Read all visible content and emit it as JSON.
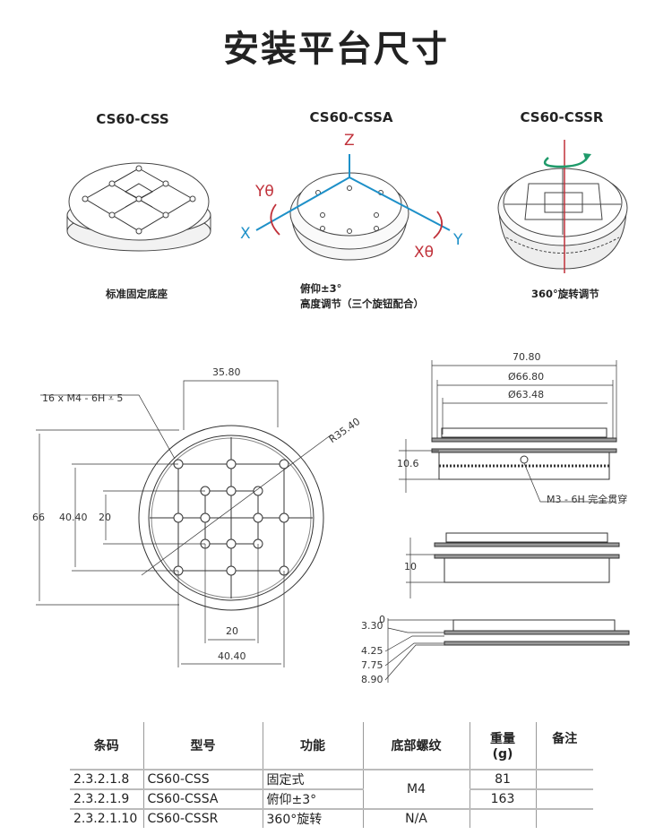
{
  "title": "安装平台尺寸",
  "products": [
    {
      "model": "CS60-CSS",
      "caption": [
        "标准固定底座"
      ]
    },
    {
      "model": "CS60-CSSA",
      "caption": [
        "俯仰±3°",
        "高度调节（三个旋钮配合）"
      ],
      "axes": {
        "z": "Z",
        "x": "X",
        "y": "Y",
        "xtheta": "Xθ",
        "ytheta": "Yθ"
      }
    },
    {
      "model": "CS60-CSSR",
      "caption": [
        "360°旋转调节"
      ]
    }
  ],
  "top_view": {
    "thread_note": "16 x M4 - 6H ⩡ 5",
    "dim_top": "35.80",
    "radius": "R35.40",
    "dim_66": "66",
    "dim_40_v": "40.40",
    "dim_20_v": "20",
    "dim_20_h": "20",
    "dim_40_h": "40.40"
  },
  "side_views": {
    "width": "70.80",
    "dia1": "Ø66.80",
    "dia2": "Ø63.48",
    "height_a": "10.6",
    "screw_note": "M3 - 6H 完全贯穿",
    "height_b": "10",
    "levels": [
      "0",
      "3.30",
      "4.25",
      "7.75",
      "8.90"
    ]
  },
  "colors": {
    "axis_blue": "#1e90c8",
    "axis_red": "#c0313a",
    "rotate_green": "#1f9a6a"
  },
  "table": {
    "headers": [
      "条码",
      "型号",
      "功能",
      "底部螺纹",
      "重量",
      "(g)",
      "备注"
    ],
    "rows": [
      {
        "code": "2.3.2.1.8",
        "model": "CS60-CSS",
        "function": "固定式",
        "thread": "M4",
        "weight": "81",
        "note": ""
      },
      {
        "code": "2.3.2.1.9",
        "model": "CS60-CSSA",
        "function": "俯仰±3°",
        "thread": "",
        "weight": "163",
        "note": ""
      },
      {
        "code": "2.3.2.1.10",
        "model": "CS60-CSSR",
        "function": "360°旋转",
        "thread": "N/A",
        "weight": "",
        "note": ""
      }
    ]
  }
}
